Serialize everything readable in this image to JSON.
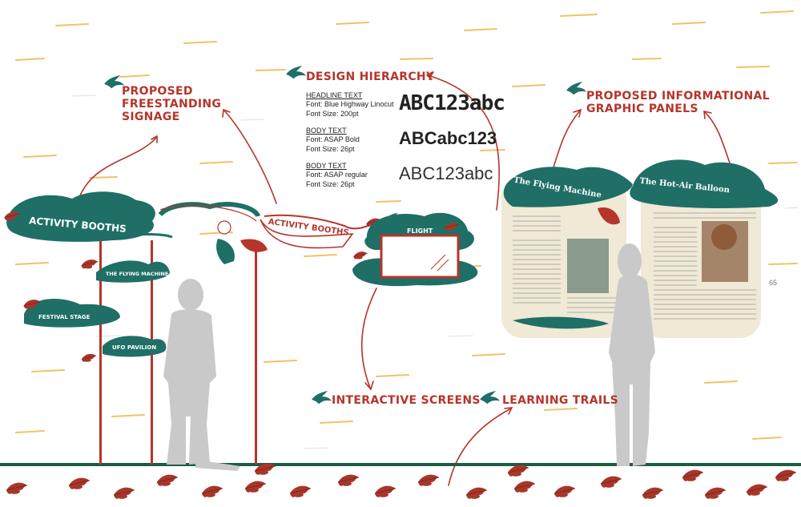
{
  "labels": {
    "signage": [
      "PROPOSED",
      "FREESTANDING",
      "SIGNAGE"
    ],
    "hierarchy": "DESIGN HIERARCHY",
    "panels": [
      "PROPOSED INFORMATIONAL",
      "GRAPHIC PANELS"
    ],
    "screens": "INTERACTIVE SCREENS",
    "trails": "LEARNING TRAILS"
  },
  "design_specs": [
    {
      "heading": "HEADLINE TEXT",
      "font": "Font: Blue Highway Linocut",
      "size": "Font Size: 200pt",
      "sample": "ABC123abc"
    },
    {
      "heading": "BODY TEXT",
      "font": "Font: ASAP Bold",
      "size": "Font Size:  26pt",
      "sample": "ABCabc123"
    },
    {
      "heading": "BODY TEXT",
      "font": "Font: ASAP regular",
      "size": "Font Size: 26pt",
      "sample": "ABC123abc"
    }
  ],
  "signs": {
    "main": "ACTIVITY BOOTHS",
    "flying_machine": "THE FLYING MACHINE",
    "festival_stage": "FESTIVAL STAGE",
    "ufo_pavilion": "UFO PAVILION",
    "banner": "ACTIVITY BOOTHS",
    "flight": "FLIGHT"
  },
  "panels_titles": {
    "left": "The Flying Machine",
    "right": "The Hot-Air Balloon"
  },
  "page_number": "65",
  "colors": {
    "teal": "#1f6f66",
    "red": "#b5352b",
    "cream": "#efe9d6",
    "silhouette": "#c9c9c9",
    "ground": "#1d5b45",
    "bark": "#e9b94a"
  }
}
